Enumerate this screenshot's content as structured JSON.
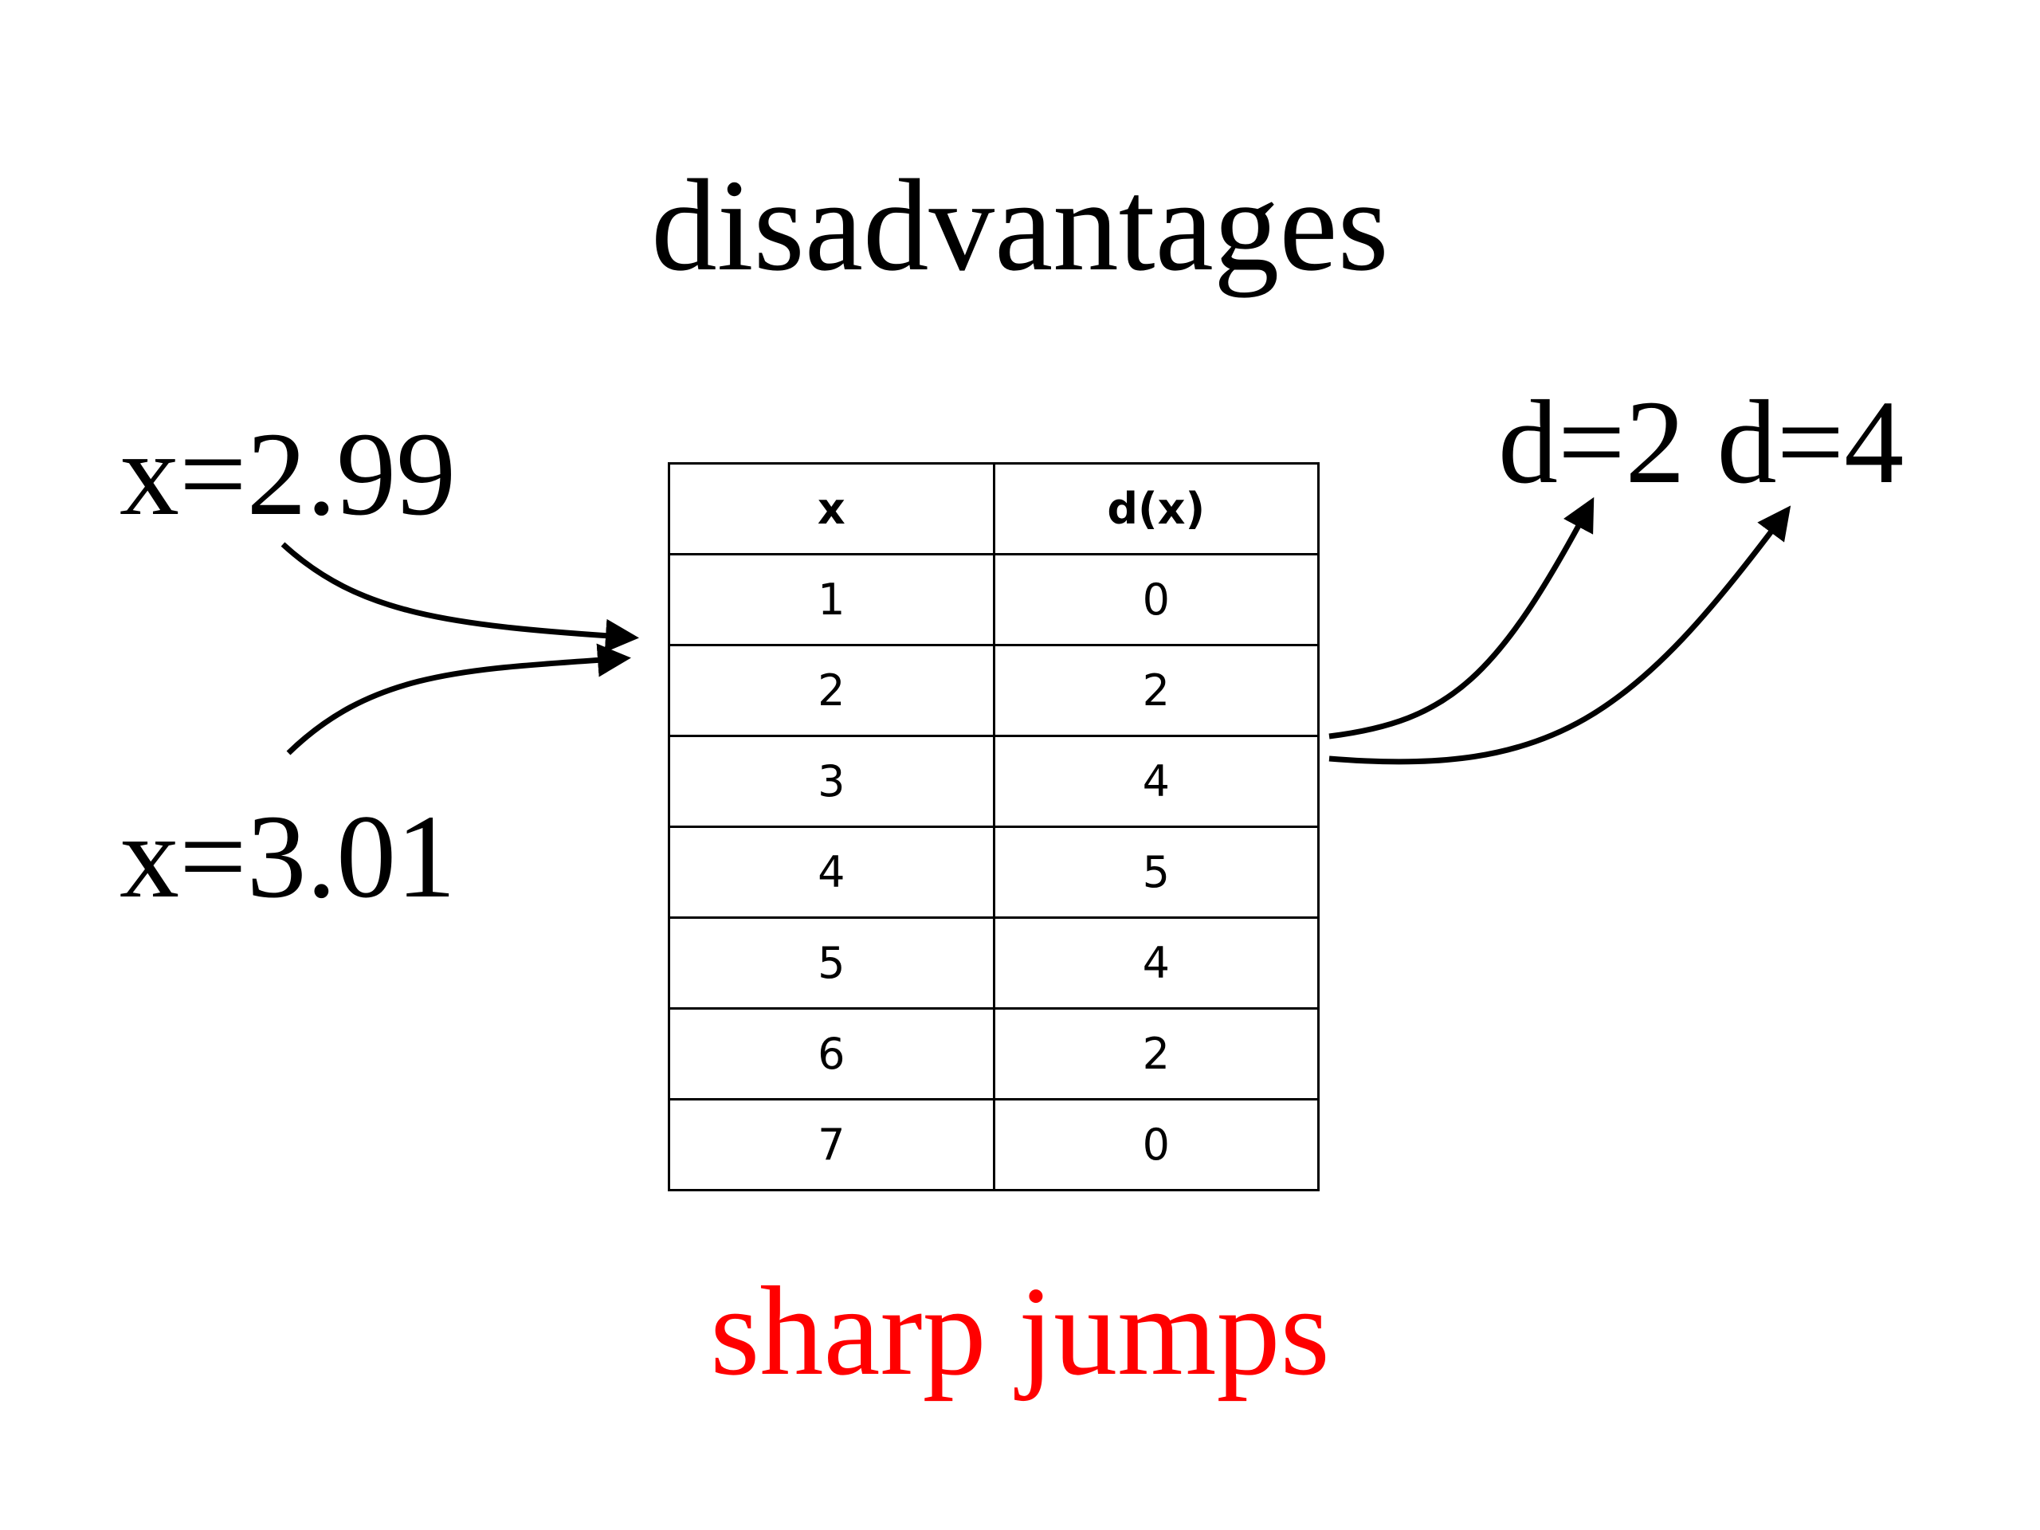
{
  "title": "disadvantages",
  "inputs": [
    "x=2.99",
    "x=3.01"
  ],
  "outputs": [
    "d=2",
    "d=4"
  ],
  "caption": {
    "text": "sharp jumps",
    "color": "#ff0000"
  },
  "table": {
    "headers": [
      "x",
      "d(x)"
    ],
    "rows": [
      [
        "1",
        "0"
      ],
      [
        "2",
        "2"
      ],
      [
        "3",
        "4"
      ],
      [
        "4",
        "5"
      ],
      [
        "5",
        "4"
      ],
      [
        "6",
        "2"
      ],
      [
        "7",
        "0"
      ]
    ]
  }
}
